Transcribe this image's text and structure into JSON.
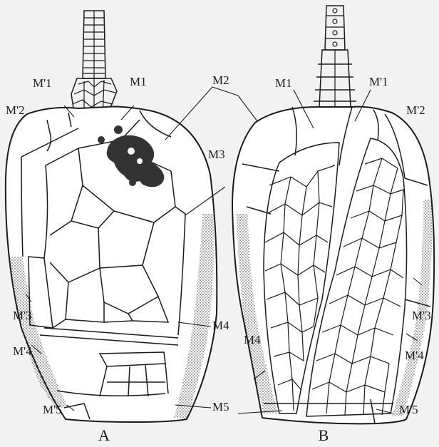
{
  "panels": {
    "a": "A",
    "b": "B"
  },
  "labels_a": {
    "m1p": "M'1",
    "m1": "M1",
    "m2p": "M'2",
    "m3p": "M'3",
    "m4p": "M'4",
    "m5p": "M'5",
    "m2": "M2",
    "m3": "M3",
    "m4": "M4",
    "m5": "M5"
  },
  "labels_b": {
    "m1": "M1",
    "m1p": "M'1",
    "m2p": "M'2",
    "m3p": "M'3",
    "m4p": "M'4",
    "m5p": "M'5",
    "m4": "M4"
  },
  "colors": {
    "ink": "#1a1a1a",
    "paper": "#ffffff",
    "background": "#f2f2f2",
    "attachment_scar": "#333333"
  }
}
